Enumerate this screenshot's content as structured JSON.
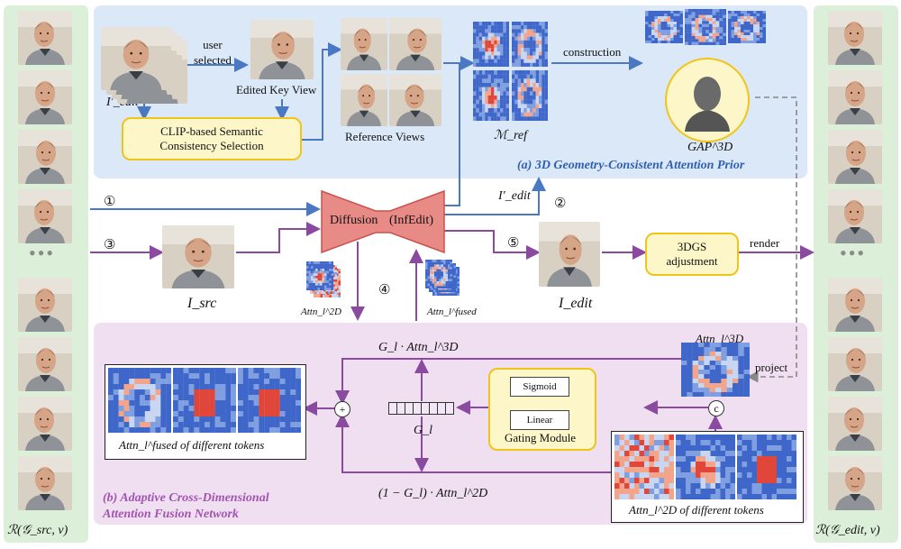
{
  "left_column": {
    "caption": "ℛ(𝒢_src, v)",
    "ellipsis": "•••"
  },
  "right_column": {
    "caption": "ℛ(𝒢_edit, v)",
    "ellipsis": "•••"
  },
  "panel_a": {
    "title": "(a) 3D Geometry-Consistent Attention Prior",
    "user_selected": "user\nselected",
    "edited_key_view": "Edited Key View",
    "i_edit_label": "I′_edit",
    "clip_box": "CLIP-based Semantic\nConsistency Selection",
    "reference_views": "Reference Views",
    "m_ref": "ℳ_ref",
    "construction": "construction",
    "gap3d": "GAP^3D"
  },
  "middle": {
    "step1": "①",
    "step2": "②",
    "step3": "③",
    "step4": "④",
    "step5": "⑤",
    "diffusion": "Diffusion",
    "infedit": "(InfEdit)",
    "i_edit_prime": "I′_edit",
    "i_src": "I_src",
    "i_edit": "I_edit",
    "attn2d_small": "Attn_l^2D",
    "attn_fused_small": "Attn_l^fused",
    "adjust_box": "3DGS\nadjustment",
    "render": "render",
    "project": "project"
  },
  "panel_b": {
    "title": "(b) Adaptive Cross-Dimensional\nAttention Fusion Network",
    "g_attn3d": "G_l · Attn_l^3D",
    "attn3d_label": "Attn_l^3D",
    "gl": "G_l",
    "one_minus": "(1 − G_l) · Attn_l^2D",
    "sigmoid": "Sigmoid",
    "linear": "Linear",
    "gating": "Gating Module",
    "fused_caption": "Attn_l^fused  of different tokens",
    "attn2d_caption": "Attn_l^2D  of different tokens",
    "plus": "+",
    "concat": "c"
  },
  "colors": {
    "blue_arrow": "#4a78c2",
    "purple_arrow": "#8a4aa0",
    "diffusion_fill": "#e88a86",
    "panel_a_bg": "#dbe8f8",
    "panel_b_bg": "#efdff0",
    "side_bg": "#dcefd9",
    "box_yellow": "#f0c419"
  }
}
